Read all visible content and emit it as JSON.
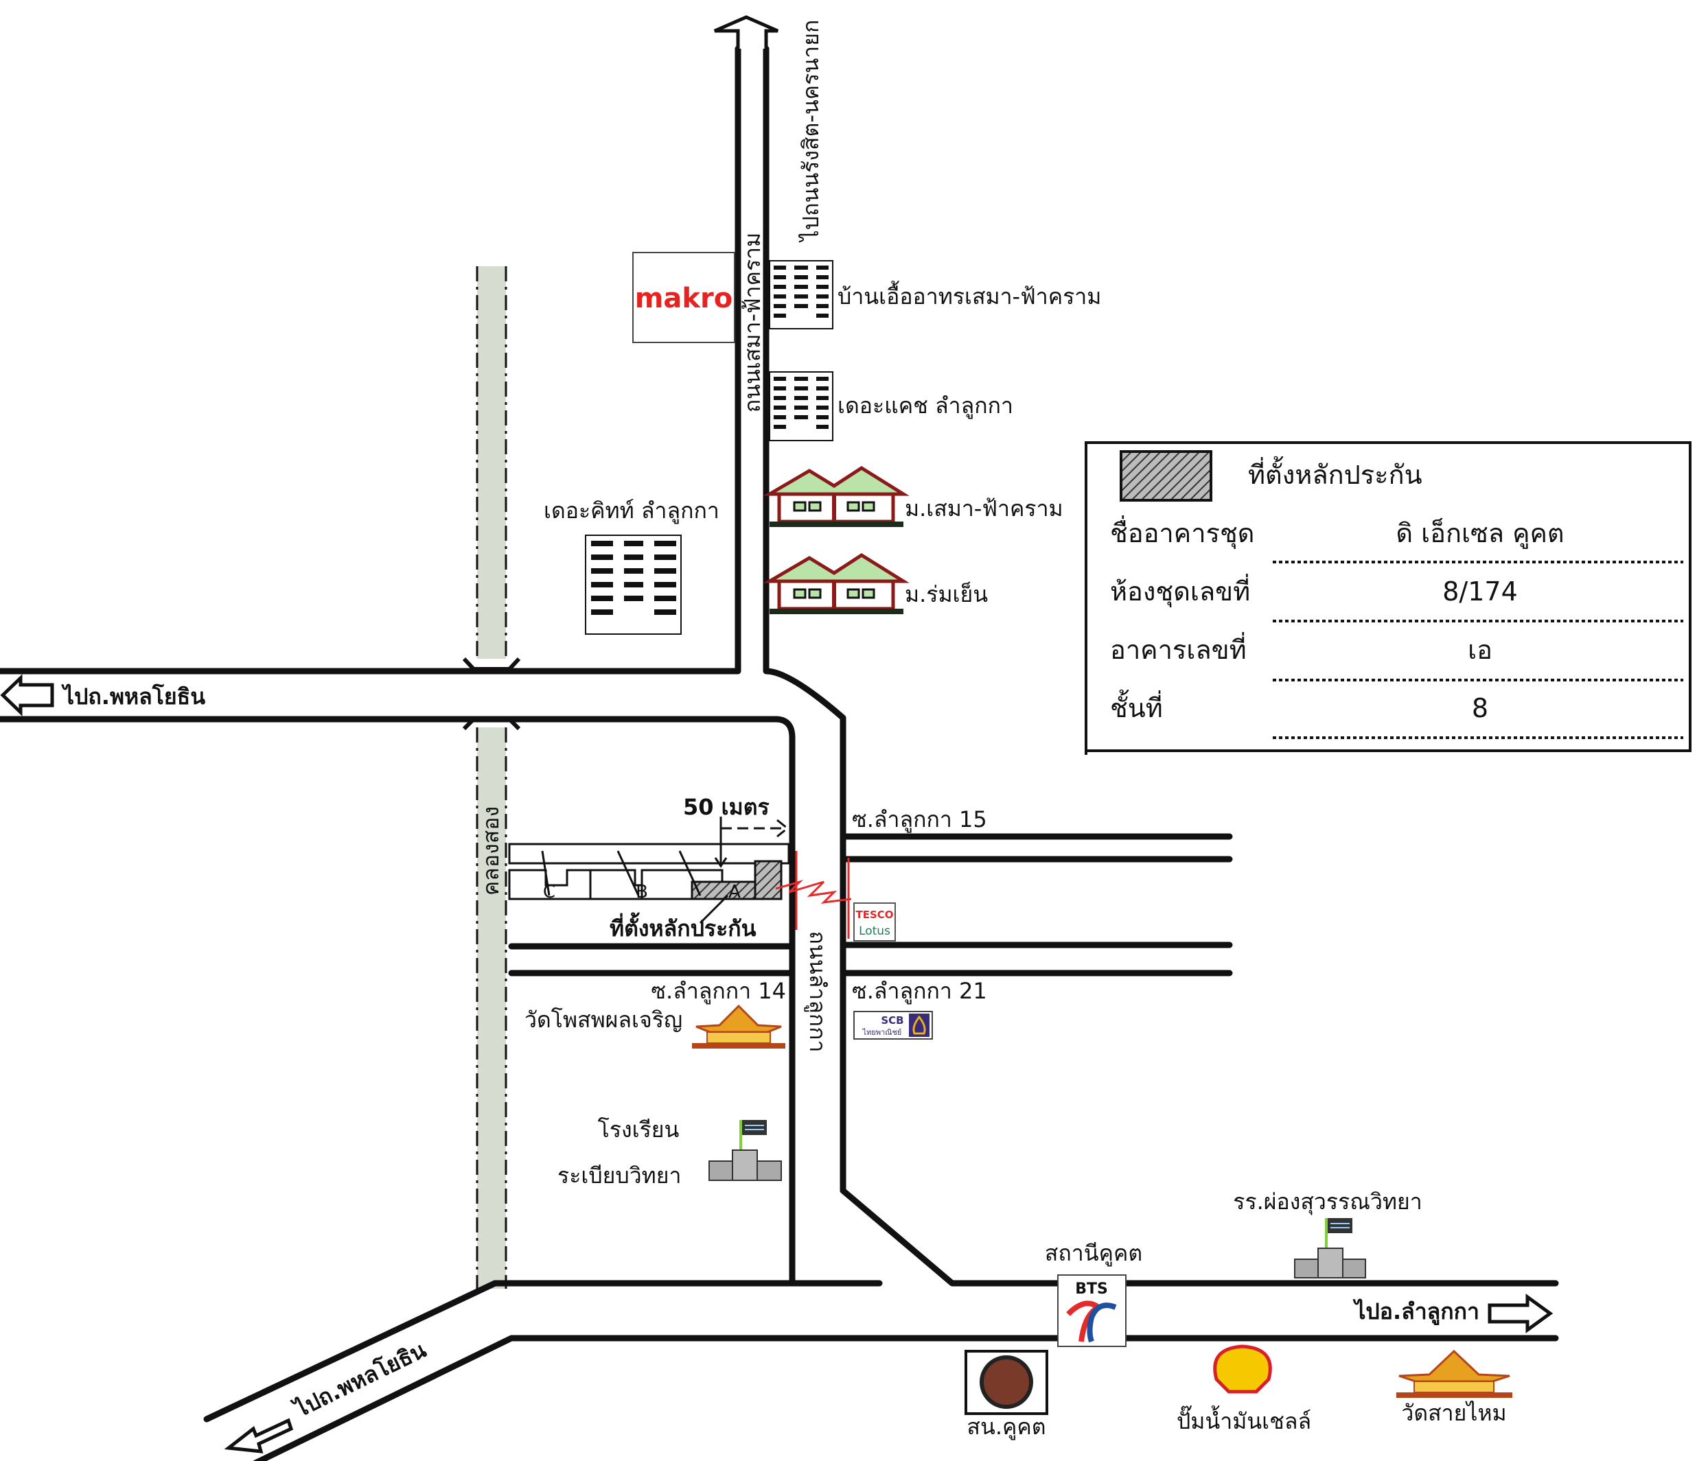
{
  "map": {
    "north_direction": "ไปถนนรังสิต-นครนายก",
    "north_road": "ถนนเสมา-ฟ้าคราม",
    "main_road": "ถนนลำลูกกา",
    "west_direction": "ไปถ.พหลโยธิน",
    "southwest_direction": "ไปถ.พหลโยธิน",
    "east_direction": "ไปอ.ลำลูกกา",
    "canal": "คลองสอง",
    "distance": "50 เมตร",
    "collateral_label": "ที่ตั้งหลักประกัน",
    "building_letters": [
      "C",
      "B",
      "A"
    ],
    "makro": "makro",
    "landmarks": {
      "baan_eua_arthorn": "บ้านเอื้ออาทรเสมา-ฟ้าคราม",
      "the_cache": "เดอะแคช ลำลูกกา",
      "sema_village": "ม.เสมา-ฟ้าคราม",
      "romyen_village": "ม.ร่มเย็น",
      "the_kith": "เดอะคิทท์ ลำลูกกา",
      "soi15": "ซ.ลำลูกกา 15",
      "soi14": "ซ.ลำลูกกา 14",
      "soi21": "ซ.ลำลูกกา 21",
      "wat_phosop": "วัดโพสพผลเจริญ",
      "school1_line1": "โรงเรียน",
      "school1_line2": "ระเบียบวิทยา",
      "school2": "รร.ผ่องสุวรรณวิทยา",
      "bts_station": "สถานีคูคต",
      "police": "สน.คูคต",
      "shell": "ปั๊มน้ำมันเชลล์",
      "wat_saimai": "วัดสายไหม",
      "tesco": "TESCO",
      "lotus": "Lotus",
      "scb": "SCB",
      "scb_thai": "ไทยพาณิชย์",
      "bts": "BTS"
    }
  },
  "legend": {
    "swatch_label": "ที่ตั้งหลักประกัน",
    "rows": [
      {
        "label": "ชื่ออาคารชุด",
        "value": "ดิ เอ็กเซล คูคต"
      },
      {
        "label": "ห้องชุดเลขที่",
        "value": "8/174"
      },
      {
        "label": "อาคารเลขที่",
        "value": "เอ"
      },
      {
        "label": "ชั้นที่",
        "value": "8"
      }
    ]
  },
  "colors": {
    "makro_red": "#e52421",
    "roof_green": "#b9e3a8",
    "house_brown": "#8b1a1a",
    "temple_orange": "#e8a020",
    "bts_red": "#e32b2b",
    "bts_blue": "#1f4fa0"
  }
}
